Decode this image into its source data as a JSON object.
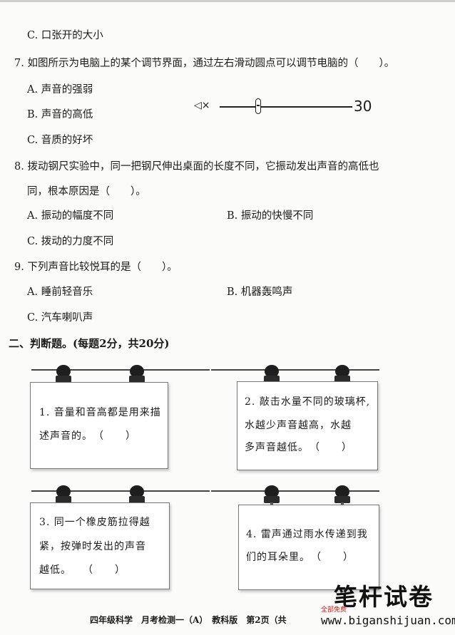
{
  "q6": {
    "c": "C. 口张开的大小"
  },
  "q7": {
    "stem": "7. 如图所示为电脑上的某个调节界面，通过左右滑动圆点可以调节电脑的（　　）。",
    "a": "A. 声音的强弱",
    "b": "B. 声音的高低",
    "c": "C. 音质的好坏"
  },
  "slider": {
    "icon": "speaker-mute-icon",
    "glyph": "◁×",
    "value": "30",
    "level": 0.3
  },
  "q8": {
    "line1": "8. 拨动钢尺实验中，同一把钢尺伸出桌面的长度不同，它振动发出声音的高低也",
    "line2": "同，根本原因是（　　）。",
    "a": "A. 振动的幅度不同",
    "b": "B. 振动的快慢不同",
    "c": "C. 拨动的力度不同"
  },
  "q9": {
    "stem": "9. 下列声音比较悦耳的是（　　）。",
    "a": "A. 睡前轻音乐",
    "b": "B. 机器轰鸣声",
    "c": "C. 汽车喇叭声"
  },
  "section2": {
    "title": "二、判断题。(每题2分，共20分)"
  },
  "cards": {
    "c1": {
      "l1": "1. 音量和音高都是用来描",
      "l2": "述声音的。　（　　）"
    },
    "c2": {
      "l1": "2. 敲击水量不同的玻璃杯,",
      "l2": "水越少声音越高，水越",
      "l3": "多声音越低。　（　　）"
    },
    "c3": {
      "l1": "3. 同一个橡皮筋拉得越",
      "l2": "紧，按弹时发出的声音",
      "l3": "越低。　　（　　）"
    },
    "c4": {
      "l1": "4. 雷声通过雨水传递到我",
      "l2": "们的耳朵里。　（　　）"
    }
  },
  "footer": {
    "text": "四年级科学　月考检测一（A）　教科版　第2页（共"
  },
  "watermark": {
    "brand": "笔杆试卷",
    "red": "全部免费",
    "url": "www.biganshijuan.com"
  }
}
